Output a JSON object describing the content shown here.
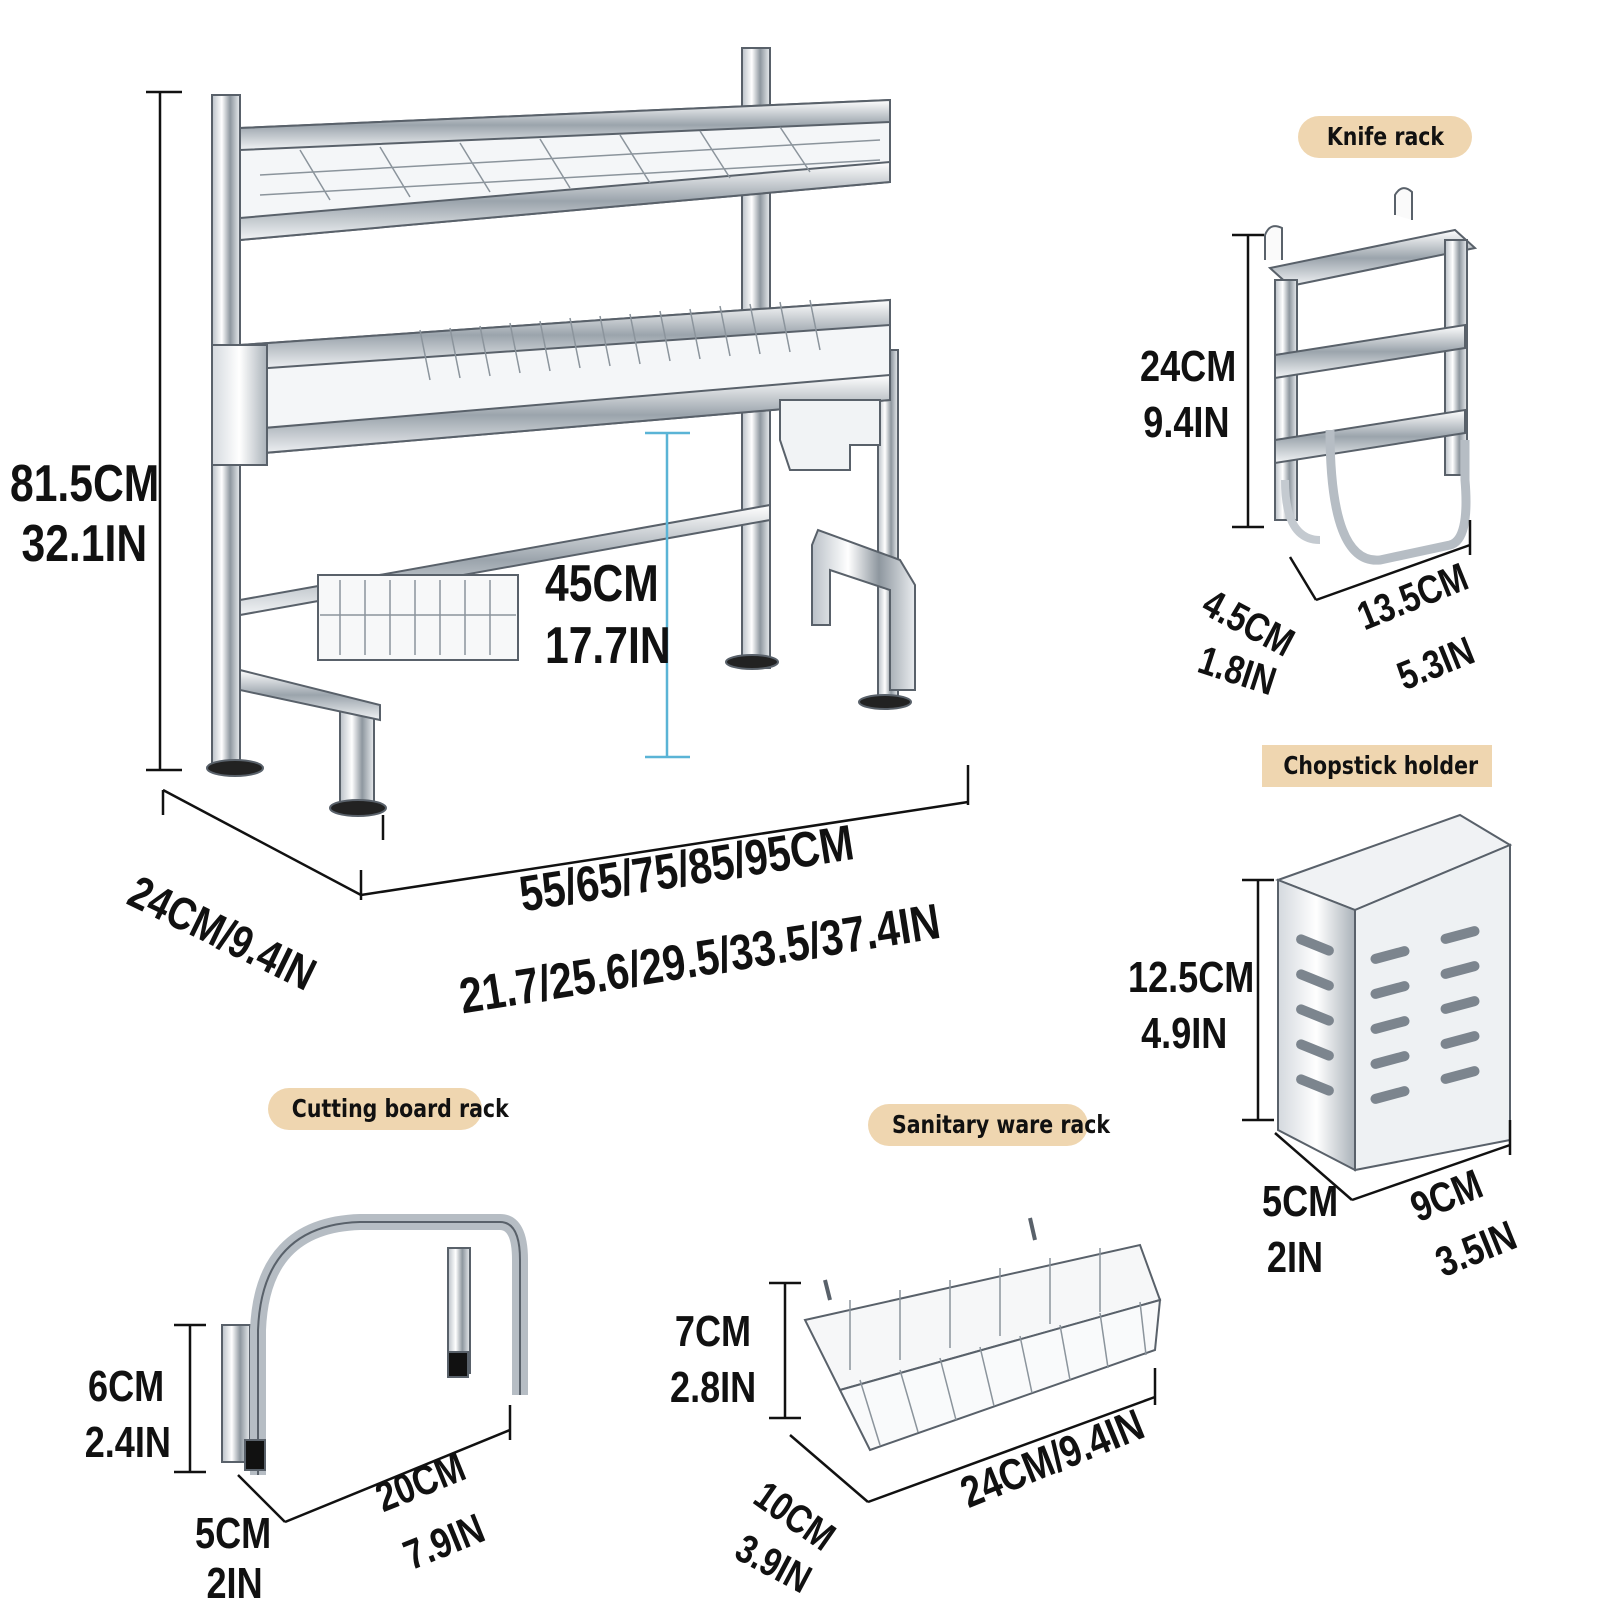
{
  "main_rack": {
    "height_cm": "81.5CM",
    "height_in": "32.1IN",
    "clearance_cm": "45CM",
    "clearance_in": "17.7IN",
    "depth": "24CM/9.4IN",
    "width_cm": "55/65/75/85/95CM",
    "width_in": "21.7/25.6/29.5/33.5/37.4IN"
  },
  "knife_rack": {
    "label": "Knife rack",
    "height_cm": "24CM",
    "height_in": "9.4IN",
    "depth_cm": "4.5CM",
    "depth_in": "1.8IN",
    "width_cm": "13.5CM",
    "width_in": "5.3IN"
  },
  "chopstick_holder": {
    "label": "Chopstick holder",
    "height_cm": "12.5CM",
    "height_in": "4.9IN",
    "depth_cm": "5CM",
    "depth_in": "2IN",
    "width_cm": "9CM",
    "width_in": "3.5IN"
  },
  "cutting_board_rack": {
    "label": "Cutting board rack",
    "height_cm": "6CM",
    "height_in": "2.4IN",
    "depth_cm": "5CM",
    "depth_in": "2IN",
    "width_cm": "20CM",
    "width_in": "7.9IN"
  },
  "sanitary_ware_rack": {
    "label": "Sanitary ware rack",
    "height_cm": "7CM",
    "height_in": "2.8IN",
    "depth_cm": "10CM",
    "depth_in": "3.9IN",
    "width": "24CM/9.4IN"
  },
  "colors": {
    "label_bg": "#efd6b0",
    "clearance_line": "#5ab4d6",
    "steel": "#9aa3ab"
  }
}
